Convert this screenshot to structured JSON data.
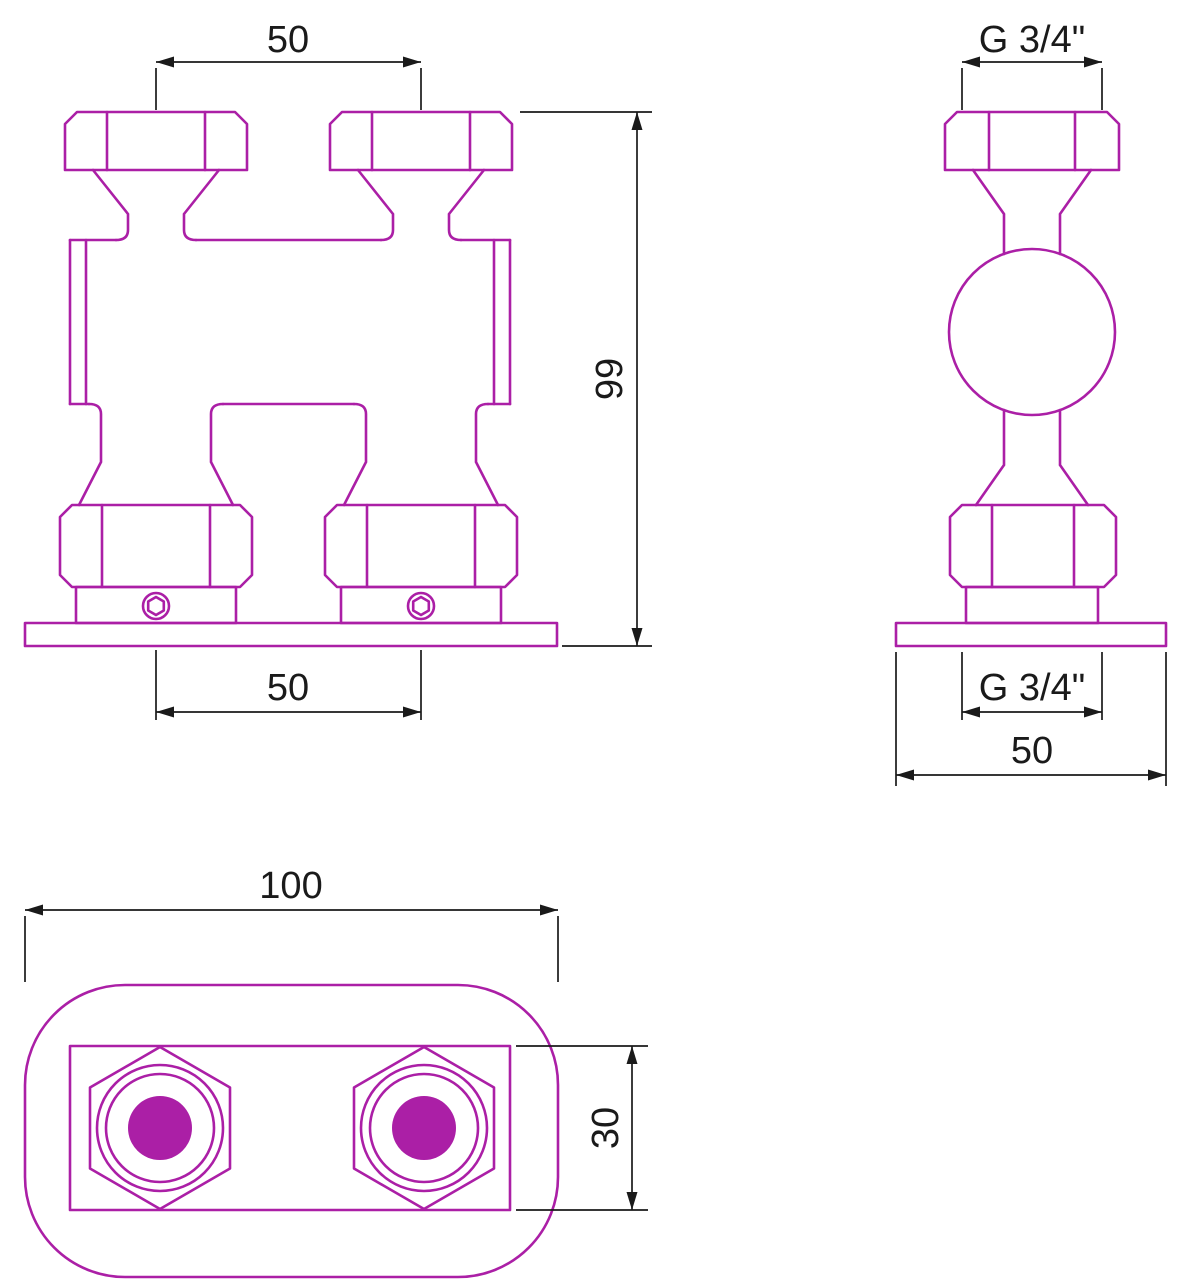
{
  "drawing": {
    "type": "technical-drawing",
    "subject": "dual-pipe radiator valve connector, three orthographic views",
    "front_view": {
      "dim_top_width": "50",
      "dim_height": "99",
      "dim_bottom_width": "50"
    },
    "side_view": {
      "dim_thread_top": "G 3/4\"",
      "dim_thread_bottom": "G 3/4\"",
      "dim_base_width": "50"
    },
    "bottom_view": {
      "dim_width": "100",
      "dim_height": "30"
    }
  },
  "colors": {
    "part": "#ab1fa6",
    "dimension": "#1a1a1a",
    "background": "#ffffff"
  }
}
